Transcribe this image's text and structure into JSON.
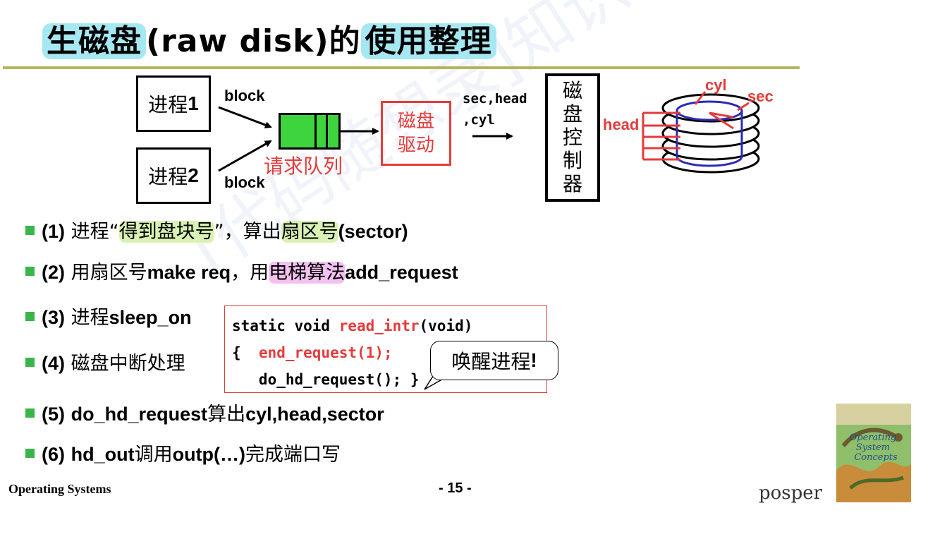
{
  "slide": {
    "title_part1": "生磁盘",
    "title_part2": "(raw disk)",
    "title_part3": "的",
    "title_part4": "使用整理"
  },
  "diagram": {
    "process1_text": "进程",
    "process1_num": "1",
    "process2_text": "进程",
    "process2_num": "2",
    "block_top": "block",
    "block_bottom": "block",
    "queue_label": "请求队列",
    "driver_line1": "磁盘",
    "driver_line2": "驱动",
    "params_line1": "sec,head",
    "params_line2": ",cyl",
    "controller_chars": [
      "磁",
      "盘",
      "控",
      "制",
      "器"
    ],
    "disk_cyl": "cyl",
    "disk_sec": "sec",
    "disk_head": "head"
  },
  "bullets": [
    {
      "num": "(1)",
      "t1": "进程“",
      "hl": "得到盘块号",
      "t2": "”，算出",
      "hl2": "扇区号",
      "t3": "(sector)"
    },
    {
      "num": "(2)",
      "t1": "用扇区号",
      "b1": "make req",
      "t2": "，用",
      "hl": "电梯算法",
      "b2": "add_request"
    },
    {
      "num": "(3)",
      "t1": "进程",
      "b1": "sleep_on"
    },
    {
      "num": "(4)",
      "t1": "磁盘中断处理"
    },
    {
      "num": "(5)",
      "b1": "do_hd_request",
      "t1": "算出",
      "b2": "cyl,head,sector"
    },
    {
      "num": "(6)",
      "b1": "hd_out",
      "t1": "调用",
      "b2": "outp(…)",
      "t2": "完成端口写"
    }
  ],
  "code": {
    "l1_a": "static void ",
    "l1_b": "read_intr",
    "l1_c": "(void)",
    "l2_a": "{  ",
    "l2_b": "end_request(1);",
    "l3": "   do_hd_request(); }"
  },
  "callout": {
    "text": "唤醒进程",
    "mark": "!"
  },
  "footer": {
    "left": "Operating Systems",
    "page": "- 15 -",
    "author": "posper"
  },
  "watermark": "[代码随想录]知识星球",
  "book_cover": {
    "line1": "Operating",
    "line2": "System",
    "line3": "Concepts"
  },
  "colors": {
    "accent_red": "#e43b3b",
    "queue_green": "#3ed43e",
    "bullet_green": "#39b54a",
    "title_highlight": "#a6e8f2",
    "rule": "#b7b35a"
  }
}
